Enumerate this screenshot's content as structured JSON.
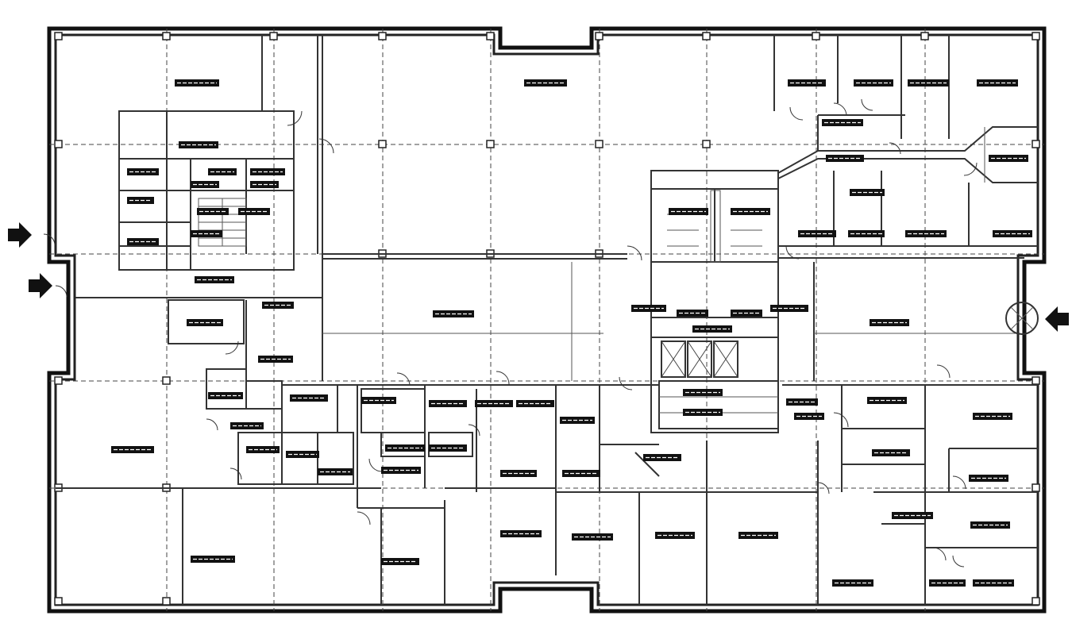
{
  "plan": {
    "kind": "architectural floor plan",
    "entrance_markers": 3,
    "elevators": 3
  }
}
